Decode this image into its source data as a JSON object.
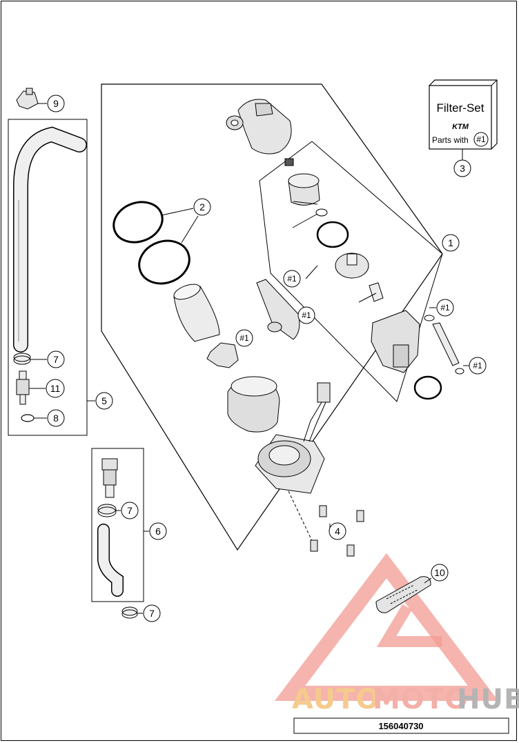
{
  "diagram": {
    "callouts": {
      "c1": "1",
      "c2": "2",
      "c3": "3",
      "c4": "4",
      "c5": "5",
      "c6": "6",
      "c7a": "7",
      "c7b": "7",
      "c7c": "7",
      "c8": "8",
      "c9": "9",
      "c10": "10",
      "c11": "11"
    },
    "hash_tags": {
      "h1": "#1",
      "h2": "#1",
      "h3": "#1",
      "h4": "#1",
      "h5": "#1"
    },
    "filter_set": {
      "title": "Filter-Set",
      "brand": "KTM",
      "parts_text": "Parts with",
      "parts_tag": "#1"
    },
    "drawing_number": "156040730"
  },
  "watermark": {
    "text_a": "AUTO",
    "text_b": "MOTO",
    "text_c": "HUB",
    "color_a": "#f4c17a",
    "color_b": "#f2a39a",
    "color_c": "#a8a8a8",
    "triangle_color": "#f08a80"
  },
  "colors": {
    "line": "#000000",
    "part_fill": "#e9e9e9",
    "part_shade": "#c8c8c8"
  }
}
